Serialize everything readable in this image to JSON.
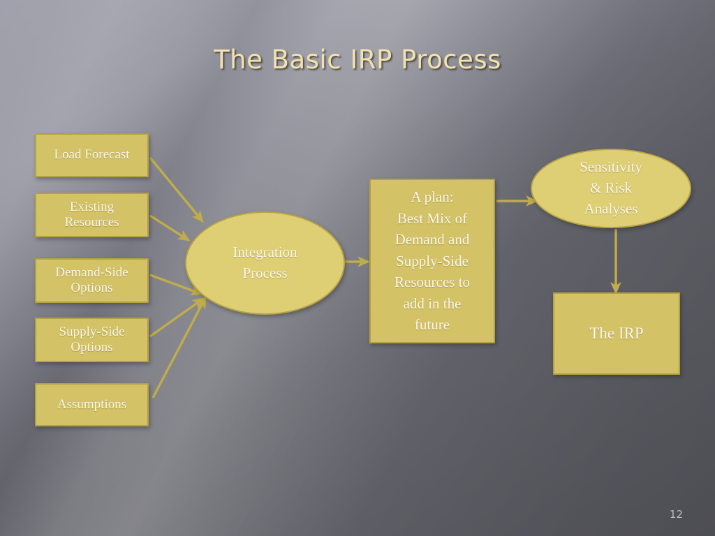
{
  "slide": {
    "title": "The Basic IRP Process",
    "page_number": "12",
    "background_color": "#63636b",
    "accent_color": "#d3c266",
    "accent_border_color": "#b5a13f",
    "title_color": "#f2e2b0",
    "node_text_color": "#fbf7ea",
    "arrow_color": "#c0ad4a"
  },
  "inputs": [
    {
      "id": "load-forecast",
      "label": "Load Forecast"
    },
    {
      "id": "existing-resources",
      "label": "Existing\nResources"
    },
    {
      "id": "demand-side",
      "label": "Demand-Side\nOptions"
    },
    {
      "id": "supply-side",
      "label": "Supply-Side\nOptions"
    },
    {
      "id": "assumptions",
      "label": "Assumptions"
    }
  ],
  "process": {
    "integration": "Integration\nProcess",
    "plan": "A plan:\nBest Mix of\nDemand and\nSupply-Side\nResources to\nadd in the\nfuture",
    "sensitivity": "Sensitivity\n& Risk\nAnalyses",
    "output": "The IRP"
  },
  "arrows": [
    {
      "id": "load-forecast-to-integration",
      "from": "Load Forecast",
      "to": "Integration Process"
    },
    {
      "id": "existing-resources-to-integration",
      "from": "Existing Resources",
      "to": "Integration Process"
    },
    {
      "id": "demand-side-to-integration",
      "from": "Demand-Side Options",
      "to": "Integration Process"
    },
    {
      "id": "supply-side-to-integration",
      "from": "Supply-Side Options",
      "to": "Integration Process"
    },
    {
      "id": "assumptions-to-integration",
      "from": "Assumptions",
      "to": "Integration Process"
    },
    {
      "id": "integration-to-plan",
      "from": "Integration Process",
      "to": "A plan"
    },
    {
      "id": "plan-to-sensitivity",
      "from": "A plan",
      "to": "Sensitivity & Risk Analyses"
    },
    {
      "id": "sensitivity-to-irp",
      "from": "Sensitivity & Risk Analyses",
      "to": "The IRP"
    }
  ]
}
